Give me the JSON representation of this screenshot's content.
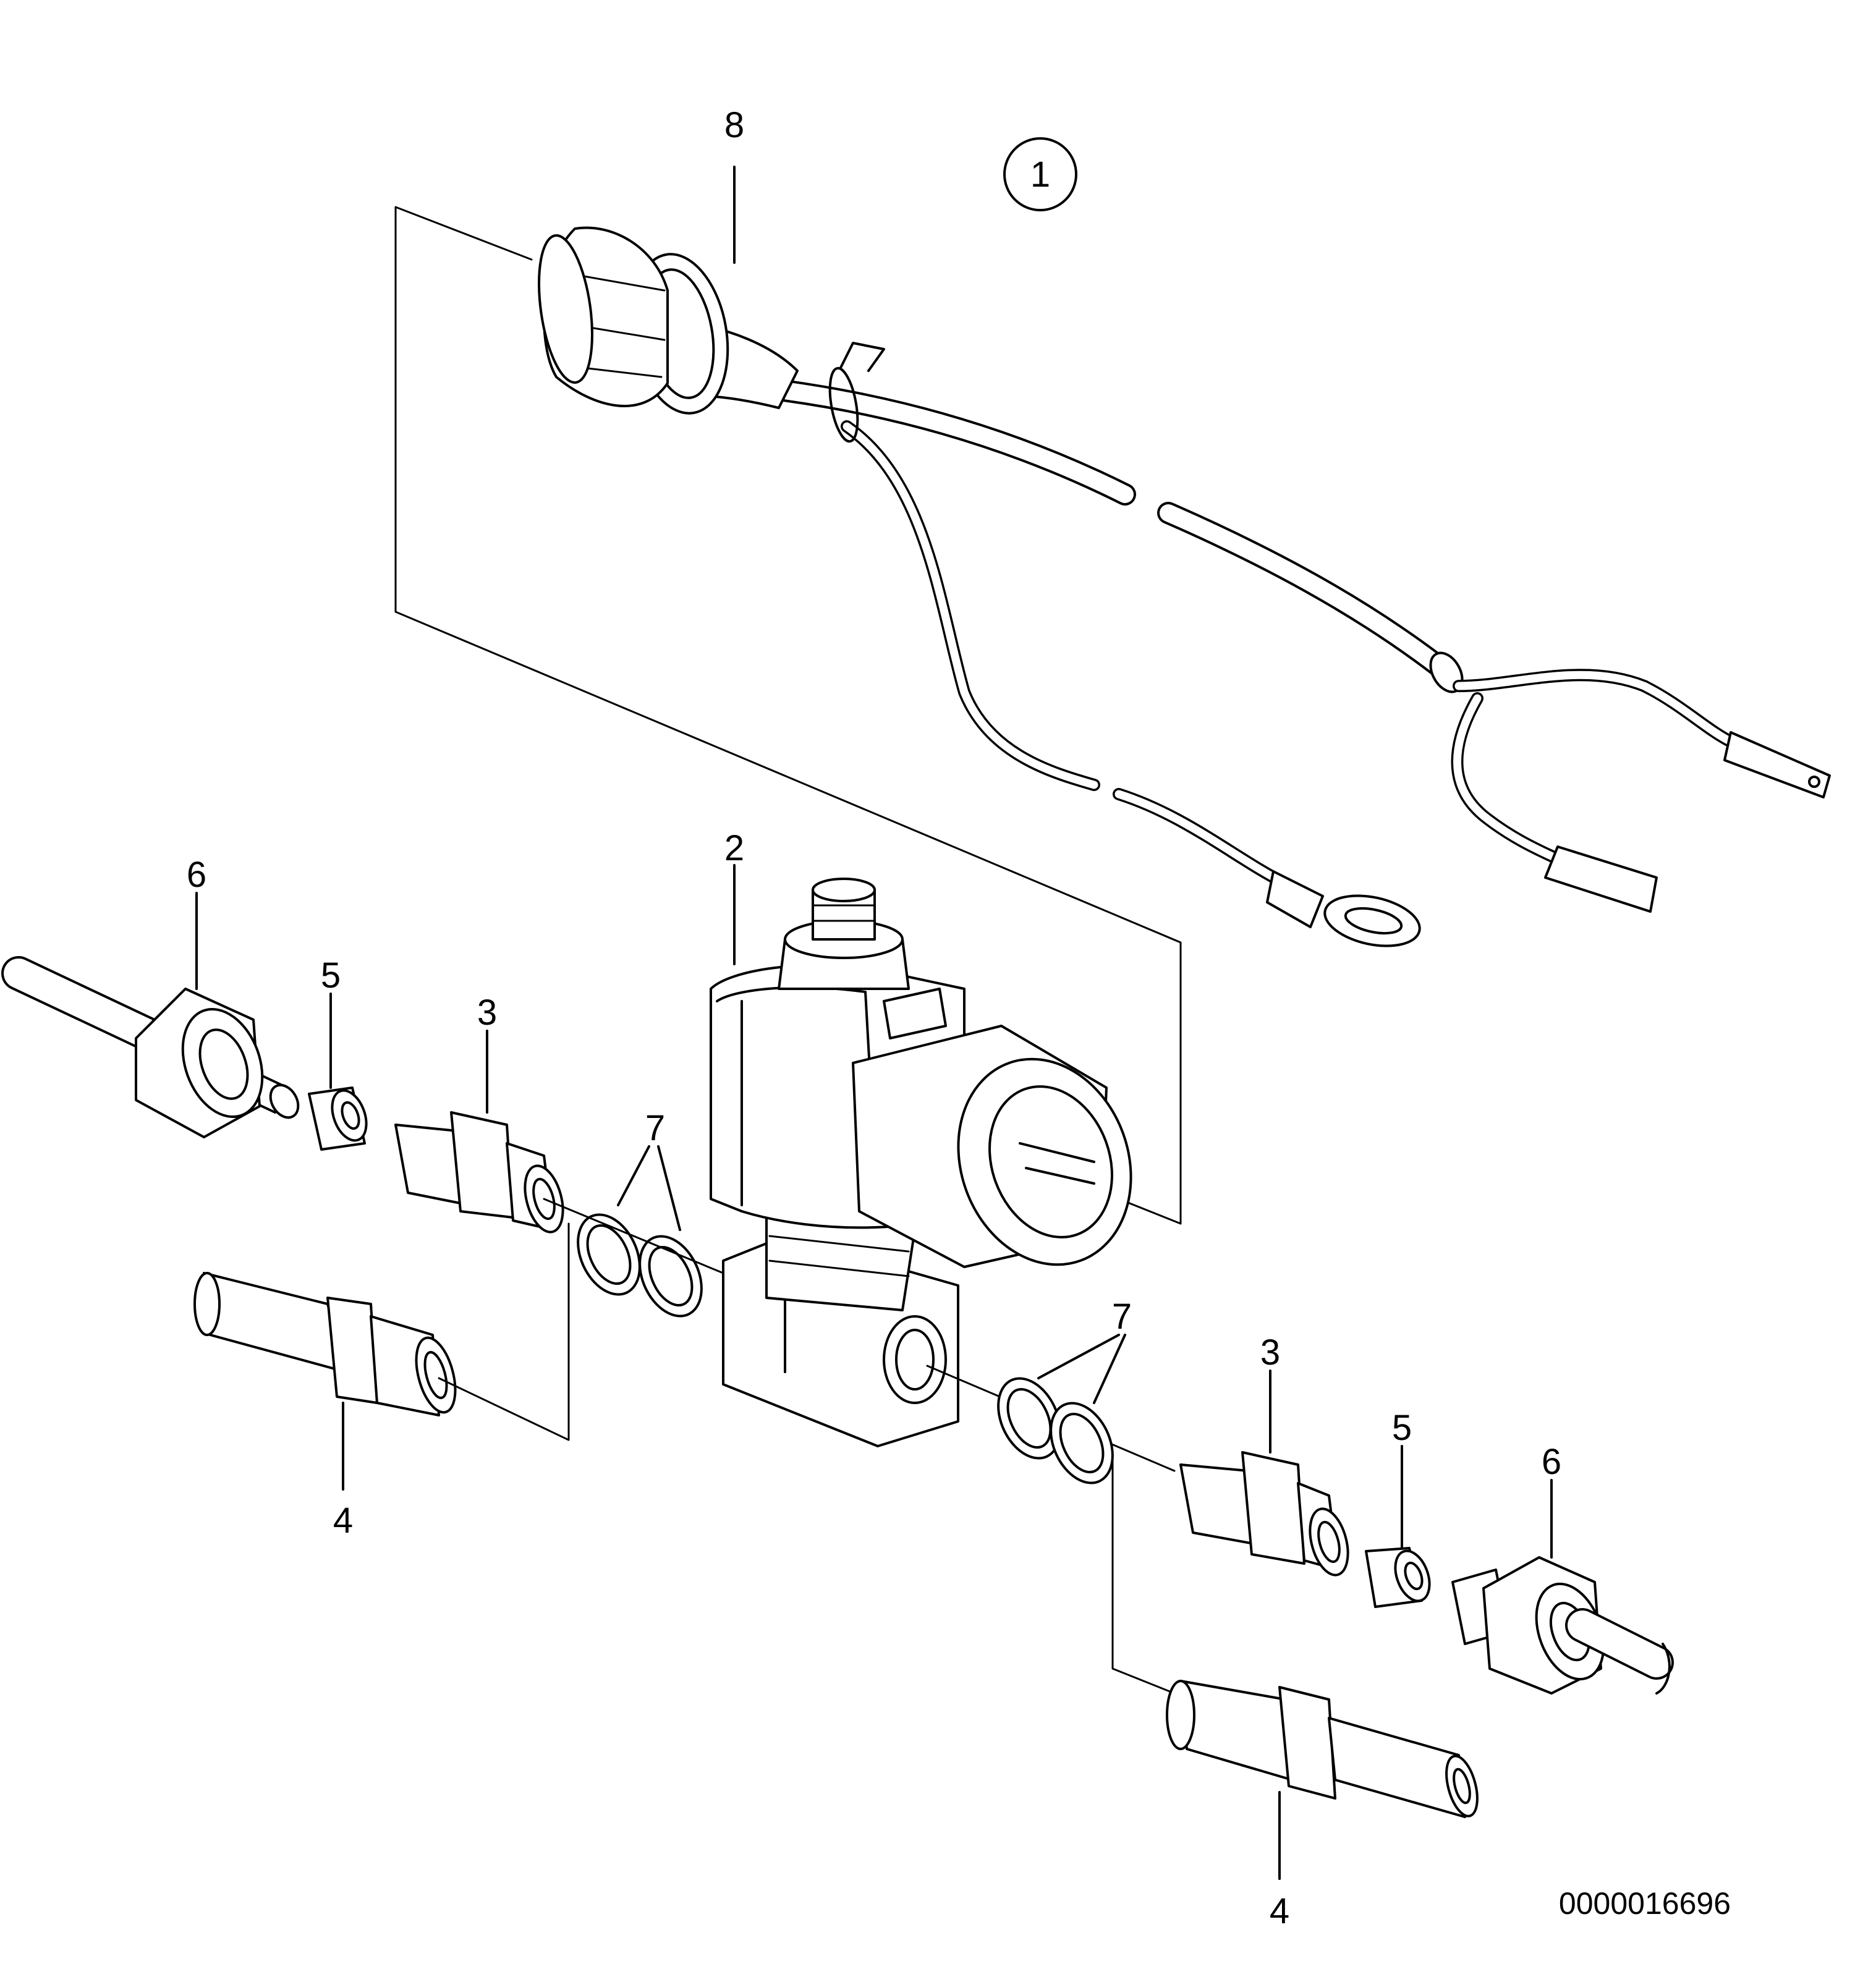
{
  "callouts": {
    "group": "1",
    "harness": "8",
    "valve": "2",
    "nut_left": "6",
    "sleeve_left": "5",
    "adapter_left": "3",
    "seals_left": "7",
    "hose_nipple_left": "4",
    "seals_right": "7",
    "adapter_right": "3",
    "sleeve_right": "5",
    "nut_right": "6",
    "hose_nipple_right": "4"
  },
  "document_number": "0000016696"
}
